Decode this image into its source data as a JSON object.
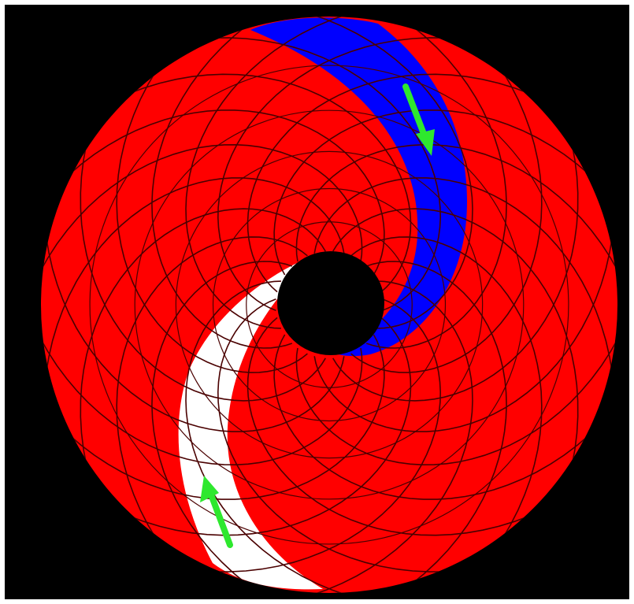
{
  "diagram": {
    "kind": "twisted-torus-surface",
    "colors": {
      "background": "#000000",
      "frame": "#ffffff",
      "surface": "#ff0000",
      "grid": "#4a0000",
      "blue_strip": "#0000ff",
      "white_strip": "#ffffff",
      "arrow": "#2ee82e",
      "hole": "#000000"
    },
    "elements": {
      "surface": "red-surface",
      "grid": "mesh-grid",
      "blue_strip": "blue-strip",
      "white_strip": "white-strip",
      "arrow_down": "green-arrow-down",
      "arrow_up": "green-arrow-up",
      "hole": "center-hole"
    }
  }
}
